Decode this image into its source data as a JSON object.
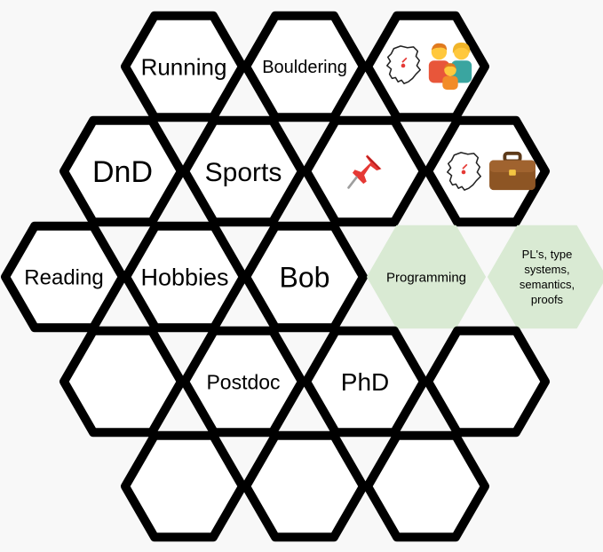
{
  "colors": {
    "background": "#f8f8f8",
    "hex_fill": "#ffffff",
    "hex_stroke": "#000000",
    "highlight_fill": "#d9ead3"
  },
  "hexes": [
    {
      "id": "running",
      "label": "Running",
      "highlight": false
    },
    {
      "id": "bouldering",
      "label": "Bouldering",
      "highlight": false
    },
    {
      "id": "family-nl",
      "label": "",
      "icons": [
        "netherlands-map-icon",
        "family-icon"
      ],
      "highlight": false
    },
    {
      "id": "dnd",
      "label": "DnD",
      "highlight": false
    },
    {
      "id": "sports",
      "label": "Sports",
      "highlight": false
    },
    {
      "id": "pin",
      "label": "",
      "icons": [
        "pushpin-icon"
      ],
      "highlight": false
    },
    {
      "id": "work-nl",
      "label": "",
      "icons": [
        "netherlands-map-icon",
        "briefcase-icon"
      ],
      "highlight": false
    },
    {
      "id": "reading",
      "label": "Reading",
      "highlight": false
    },
    {
      "id": "hobbies",
      "label": "Hobbies",
      "highlight": false
    },
    {
      "id": "bob",
      "label": "Bob",
      "highlight": false
    },
    {
      "id": "programming",
      "label": "Programming",
      "highlight": true
    },
    {
      "id": "pl",
      "label_lines": [
        "PL's, type",
        "systems,",
        "semantics,",
        "proofs"
      ],
      "highlight": true
    },
    {
      "id": "empty-1",
      "label": "",
      "highlight": false
    },
    {
      "id": "postdoc",
      "label": "Postdoc",
      "highlight": false
    },
    {
      "id": "phd",
      "label": "PhD",
      "highlight": false
    },
    {
      "id": "empty-2",
      "label": "",
      "highlight": false
    },
    {
      "id": "empty-3",
      "label": "",
      "highlight": false
    },
    {
      "id": "empty-4",
      "label": "",
      "highlight": false
    },
    {
      "id": "empty-5",
      "label": "",
      "highlight": false
    }
  ]
}
